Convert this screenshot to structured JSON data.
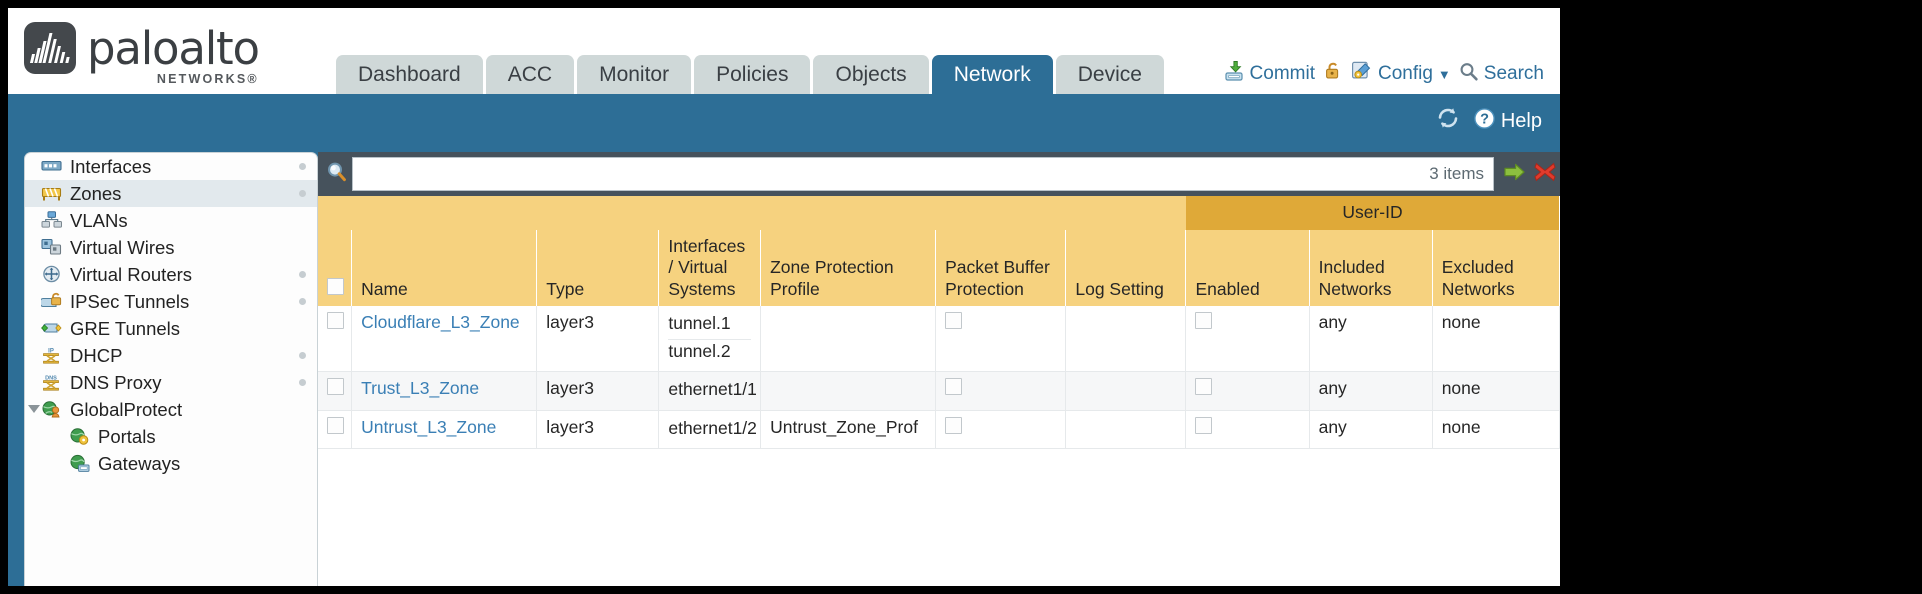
{
  "brand": {
    "name": "paloalto",
    "tagline": "NETWORKS",
    "registered": "®"
  },
  "colors": {
    "accent_blue": "#2d6e96",
    "tab_inactive": "#cfd8d8",
    "header_amber": "#f6d27f",
    "group_amber": "#dfa938",
    "link_blue": "#3a7fb5",
    "search_bar": "#46525c",
    "sidebar_selected": "#e2e9ed"
  },
  "tabs": [
    {
      "label": "Dashboard",
      "active": false
    },
    {
      "label": "ACC",
      "active": false
    },
    {
      "label": "Monitor",
      "active": false
    },
    {
      "label": "Policies",
      "active": false
    },
    {
      "label": "Objects",
      "active": false
    },
    {
      "label": "Network",
      "active": true
    },
    {
      "label": "Device",
      "active": false
    }
  ],
  "topright": {
    "commit": {
      "label": "Commit",
      "icon": "commit-download-icon"
    },
    "lock": {
      "icon": "padlock-icon"
    },
    "config": {
      "label": "Config",
      "icon": "config-wrench-icon",
      "caret": "▼"
    },
    "search": {
      "label": "Search",
      "icon": "search-magnifier-icon"
    }
  },
  "blueband": {
    "refresh_icon": "refresh-icon",
    "help_label": "Help",
    "help_icon": "help-question-icon"
  },
  "sidebar": {
    "items": [
      {
        "label": "Interfaces",
        "icon": "interfaces-icon",
        "selected": false,
        "dot": true,
        "child": false,
        "expander": false
      },
      {
        "label": "Zones",
        "icon": "zones-icon",
        "selected": true,
        "dot": true,
        "child": false,
        "expander": false
      },
      {
        "label": "VLANs",
        "icon": "vlans-icon",
        "selected": false,
        "dot": false,
        "child": false,
        "expander": false
      },
      {
        "label": "Virtual Wires",
        "icon": "virtual-wires-icon",
        "selected": false,
        "dot": false,
        "child": false,
        "expander": false
      },
      {
        "label": "Virtual Routers",
        "icon": "virtual-routers-icon",
        "selected": false,
        "dot": true,
        "child": false,
        "expander": false
      },
      {
        "label": "IPSec Tunnels",
        "icon": "ipsec-tunnels-icon",
        "selected": false,
        "dot": true,
        "child": false,
        "expander": false
      },
      {
        "label": "GRE Tunnels",
        "icon": "gre-tunnels-icon",
        "selected": false,
        "dot": false,
        "child": false,
        "expander": false
      },
      {
        "label": "DHCP",
        "icon": "dhcp-icon",
        "selected": false,
        "dot": true,
        "child": false,
        "expander": false
      },
      {
        "label": "DNS Proxy",
        "icon": "dns-proxy-icon",
        "selected": false,
        "dot": true,
        "child": false,
        "expander": false
      },
      {
        "label": "GlobalProtect",
        "icon": "globalprotect-icon",
        "selected": false,
        "dot": false,
        "child": false,
        "expander": true
      },
      {
        "label": "Portals",
        "icon": "portals-icon",
        "selected": false,
        "dot": false,
        "child": true,
        "expander": false
      },
      {
        "label": "Gateways",
        "icon": "gateways-icon",
        "selected": false,
        "dot": false,
        "child": true,
        "expander": false
      }
    ]
  },
  "search": {
    "value": "",
    "placeholder": "",
    "item_count": "3 items",
    "magnifier_icon": "search-magnifier-icon",
    "apply_icon": "apply-arrow-icon",
    "clear_icon": "clear-x-icon"
  },
  "table": {
    "group_header": {
      "label": "User-ID",
      "span": 3
    },
    "columns": [
      "Name",
      "Type",
      "Interfaces / Virtual Systems",
      "Zone Protection Profile",
      "Packet Buffer Protection",
      "Log Setting",
      "Enabled",
      "Included Networks",
      "Excluded Networks"
    ],
    "rows": [
      {
        "name": "Cloudflare_L3_Zone",
        "type": "layer3",
        "interfaces": [
          "tunnel.1",
          "tunnel.2"
        ],
        "zone_protection_profile": "",
        "packet_buffer_protection": false,
        "log_setting": "",
        "enabled": false,
        "included_networks": "any",
        "excluded_networks": "none"
      },
      {
        "name": "Trust_L3_Zone",
        "type": "layer3",
        "interfaces": [
          "ethernet1/1"
        ],
        "zone_protection_profile": "",
        "packet_buffer_protection": false,
        "log_setting": "",
        "enabled": false,
        "included_networks": "any",
        "excluded_networks": "none"
      },
      {
        "name": "Untrust_L3_Zone",
        "type": "layer3",
        "interfaces": [
          "ethernet1/2"
        ],
        "zone_protection_profile": "Untrust_Zone_Prof",
        "packet_buffer_protection": false,
        "log_setting": "",
        "enabled": false,
        "included_networks": "any",
        "excluded_networks": "none"
      }
    ]
  }
}
